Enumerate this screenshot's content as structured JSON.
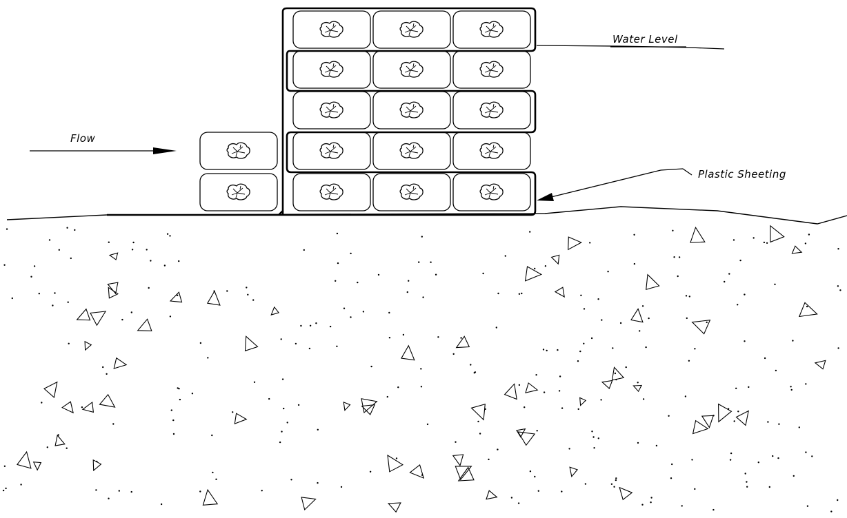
{
  "labels": {
    "flow": "Flow",
    "water_level": "Water Level",
    "plastic_sheeting": "Plastic Sheeting"
  },
  "diagram": {
    "main_stack": {
      "courses": 5,
      "bags_per_course": 3
    },
    "front_stack": {
      "courses": 2,
      "bags_per_course": 1
    }
  },
  "colors": {
    "line": "#000000",
    "background": "#ffffff"
  }
}
